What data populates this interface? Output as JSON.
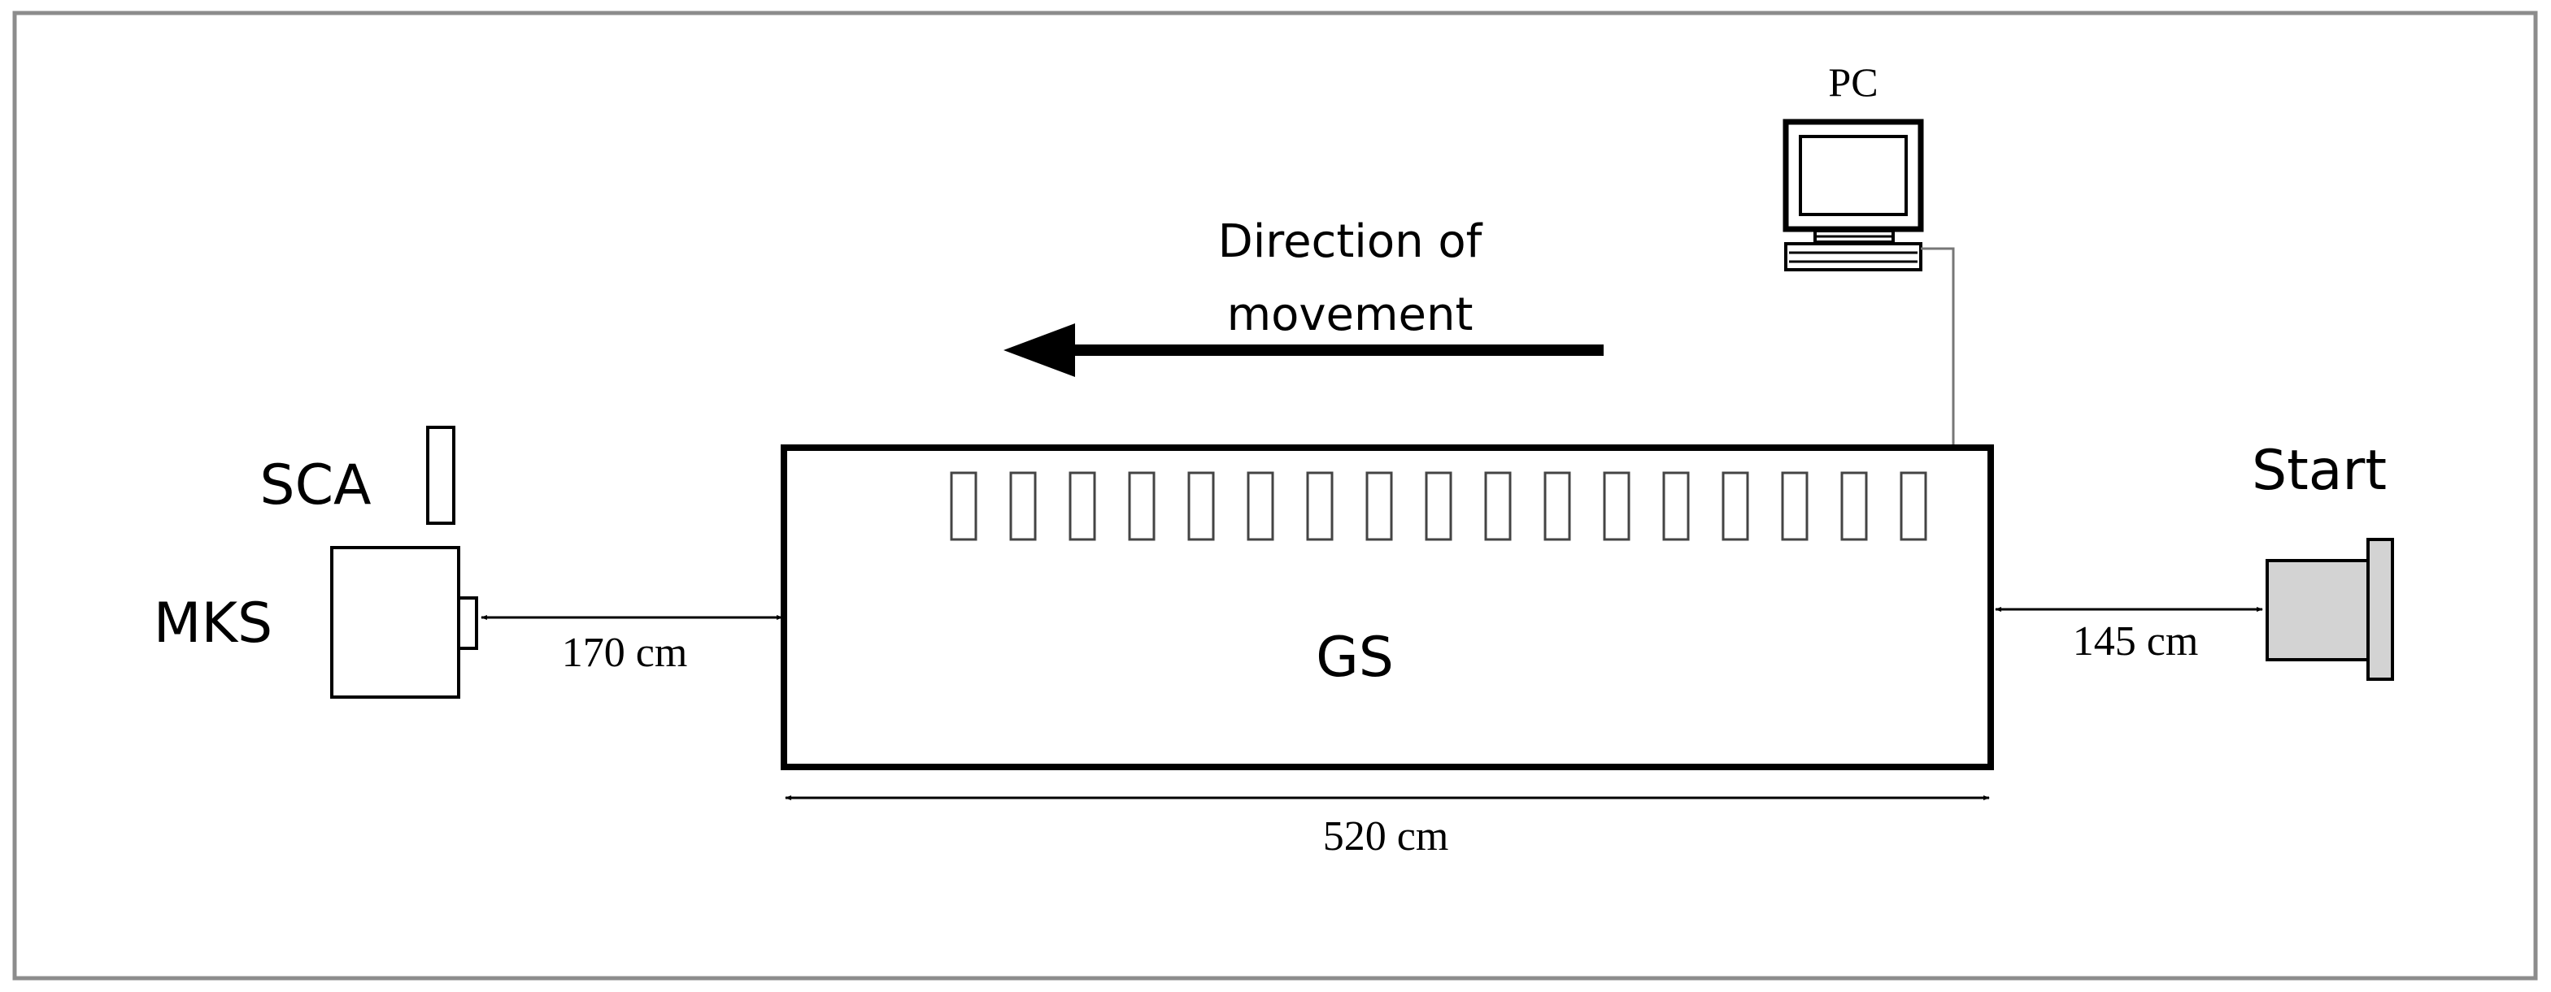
{
  "labels": {
    "pc": "PC",
    "direction_line1": "Direction of",
    "direction_line2": "movement",
    "sca": "SCA",
    "mks": "MKS",
    "gs": "GS",
    "start": "Start",
    "dist_left": "170 cm",
    "dist_right": "145 cm",
    "width": "520 cm"
  },
  "slot_count": 17,
  "colors": {
    "stroke": "#000000",
    "thin_stroke": "#444444",
    "frame": "#8c8c8c",
    "start_fill": "#d3d3d3"
  }
}
